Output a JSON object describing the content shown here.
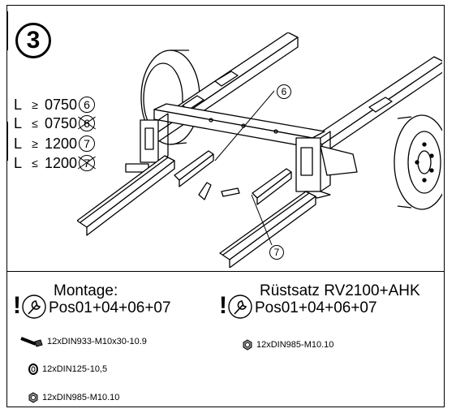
{
  "step": {
    "number": "3"
  },
  "length_rules": [
    {
      "label": "L",
      "relation": "≥",
      "value": "0750",
      "callout": "6",
      "crossed": false
    },
    {
      "label": "L",
      "relation": "≤",
      "value": "0750",
      "callout": "6",
      "crossed": true
    },
    {
      "label": "L",
      "relation": "≥",
      "value": "1200",
      "callout": "7",
      "crossed": false
    },
    {
      "label": "L",
      "relation": "≤",
      "value": "1200",
      "callout": "7",
      "crossed": true
    }
  ],
  "callouts": {
    "upper": "6",
    "lower": "7"
  },
  "instructions": {
    "left": {
      "line1": "Montage:",
      "line2": "Pos01+04+06+07"
    },
    "right": {
      "line1": "Rüstsatz RV2100+AHK",
      "line2": "Pos01+04+06+07"
    }
  },
  "parts_left": [
    {
      "icon": "bolt-icon",
      "text": "12xDIN933-M10x30-10.9"
    },
    {
      "icon": "washer-icon",
      "text": "12xDIN125-10,5"
    },
    {
      "icon": "nut-icon",
      "text": "12xDIN985-M10.10"
    }
  ],
  "parts_right": [
    {
      "icon": "nut-icon",
      "text": "12xDIN985-M10.10"
    }
  ]
}
